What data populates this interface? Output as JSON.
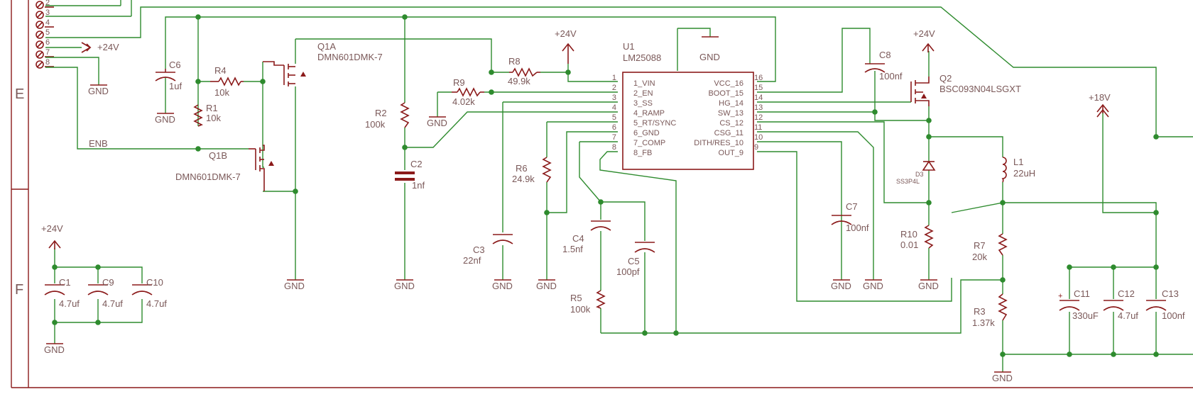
{
  "frame": {
    "row_e": "E",
    "row_f": "F"
  },
  "connector": {
    "pins": [
      "2",
      "3",
      "4",
      "5",
      "6",
      "7",
      "8"
    ]
  },
  "power": {
    "v24": "+24V",
    "v18": "+18V",
    "gnd": "GND"
  },
  "nets": {
    "enb": "ENB"
  },
  "u1": {
    "ref": "U1",
    "part": "LM25088",
    "pins_left": [
      "1_VIN",
      "2_EN",
      "3_SS",
      "4_RAMP",
      "5_RT/SYNC",
      "6_GND",
      "7_COMP",
      "8_FB"
    ],
    "pins_right": [
      "VCC_16",
      "BOOT_15",
      "HG_14",
      "SW_13",
      "CS_12",
      "CSG_11",
      "DITH/RES_10",
      "OUT_9"
    ],
    "nums_left": [
      "1",
      "2",
      "3",
      "4",
      "5",
      "6",
      "7",
      "8"
    ],
    "nums_right": [
      "16",
      "15",
      "14",
      "13",
      "12",
      "11",
      "10",
      "9"
    ]
  },
  "components": {
    "q1a": {
      "ref": "Q1A",
      "part": "DMN601DMK-7"
    },
    "q1b": {
      "ref": "Q1B",
      "part": "DMN601DMK-7"
    },
    "q2": {
      "ref": "Q2",
      "part": "BSC093N04LSGXT"
    },
    "d3": {
      "ref": "D3",
      "part": "SS3P4L"
    },
    "l1": {
      "ref": "L1",
      "value": "22uH"
    },
    "r1": {
      "ref": "R1",
      "value": "10k"
    },
    "r2": {
      "ref": "R2",
      "value": "100k"
    },
    "r3": {
      "ref": "R3",
      "value": "1.37k"
    },
    "r4": {
      "ref": "R4",
      "value": "10k"
    },
    "r5": {
      "ref": "R5",
      "value": "100k"
    },
    "r6": {
      "ref": "R6",
      "value": "24.9k"
    },
    "r7": {
      "ref": "R7",
      "value": "20k"
    },
    "r8": {
      "ref": "R8",
      "value": "49.9k"
    },
    "r9": {
      "ref": "R9",
      "value": "4.02k"
    },
    "r10": {
      "ref": "R10",
      "value": "0.01"
    },
    "c1": {
      "ref": "C1",
      "value": "4.7uf"
    },
    "c2": {
      "ref": "C2",
      "value": "1nf"
    },
    "c3": {
      "ref": "C3",
      "value": "22nf"
    },
    "c4": {
      "ref": "C4",
      "value": "1.5nf"
    },
    "c5": {
      "ref": "C5",
      "value": "100pf"
    },
    "c6": {
      "ref": "C6",
      "value": "1uf"
    },
    "c7": {
      "ref": "C7",
      "value": "100nf"
    },
    "c8": {
      "ref": "C8",
      "value": "100nf"
    },
    "c9": {
      "ref": "C9",
      "value": "4.7uf"
    },
    "c10": {
      "ref": "C10",
      "value": "4.7uf"
    },
    "c11": {
      "ref": "C11",
      "value": "330uF"
    },
    "c12": {
      "ref": "C12",
      "value": "4.7uf"
    },
    "c13": {
      "ref": "C13",
      "value": "100nf"
    }
  },
  "colors": {
    "wire": "#2e8b2e",
    "component": "#8b1a1a",
    "label": "#7a5858",
    "background": "#ffffff"
  }
}
